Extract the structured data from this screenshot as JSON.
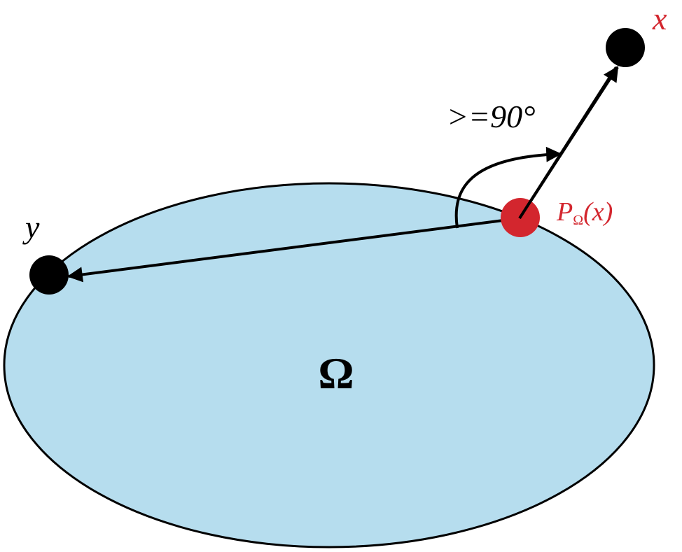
{
  "labels": {
    "point_x": "x",
    "point_y": "y",
    "projection_base": "P",
    "projection_sub": "Ω",
    "projection_arg": "(x)",
    "angle": ">=90°",
    "set": "Ω"
  },
  "colors": {
    "set_fill": "#b6ddee",
    "projection": "#d3262e",
    "points": "#000000",
    "label_red": "#d3262e"
  }
}
